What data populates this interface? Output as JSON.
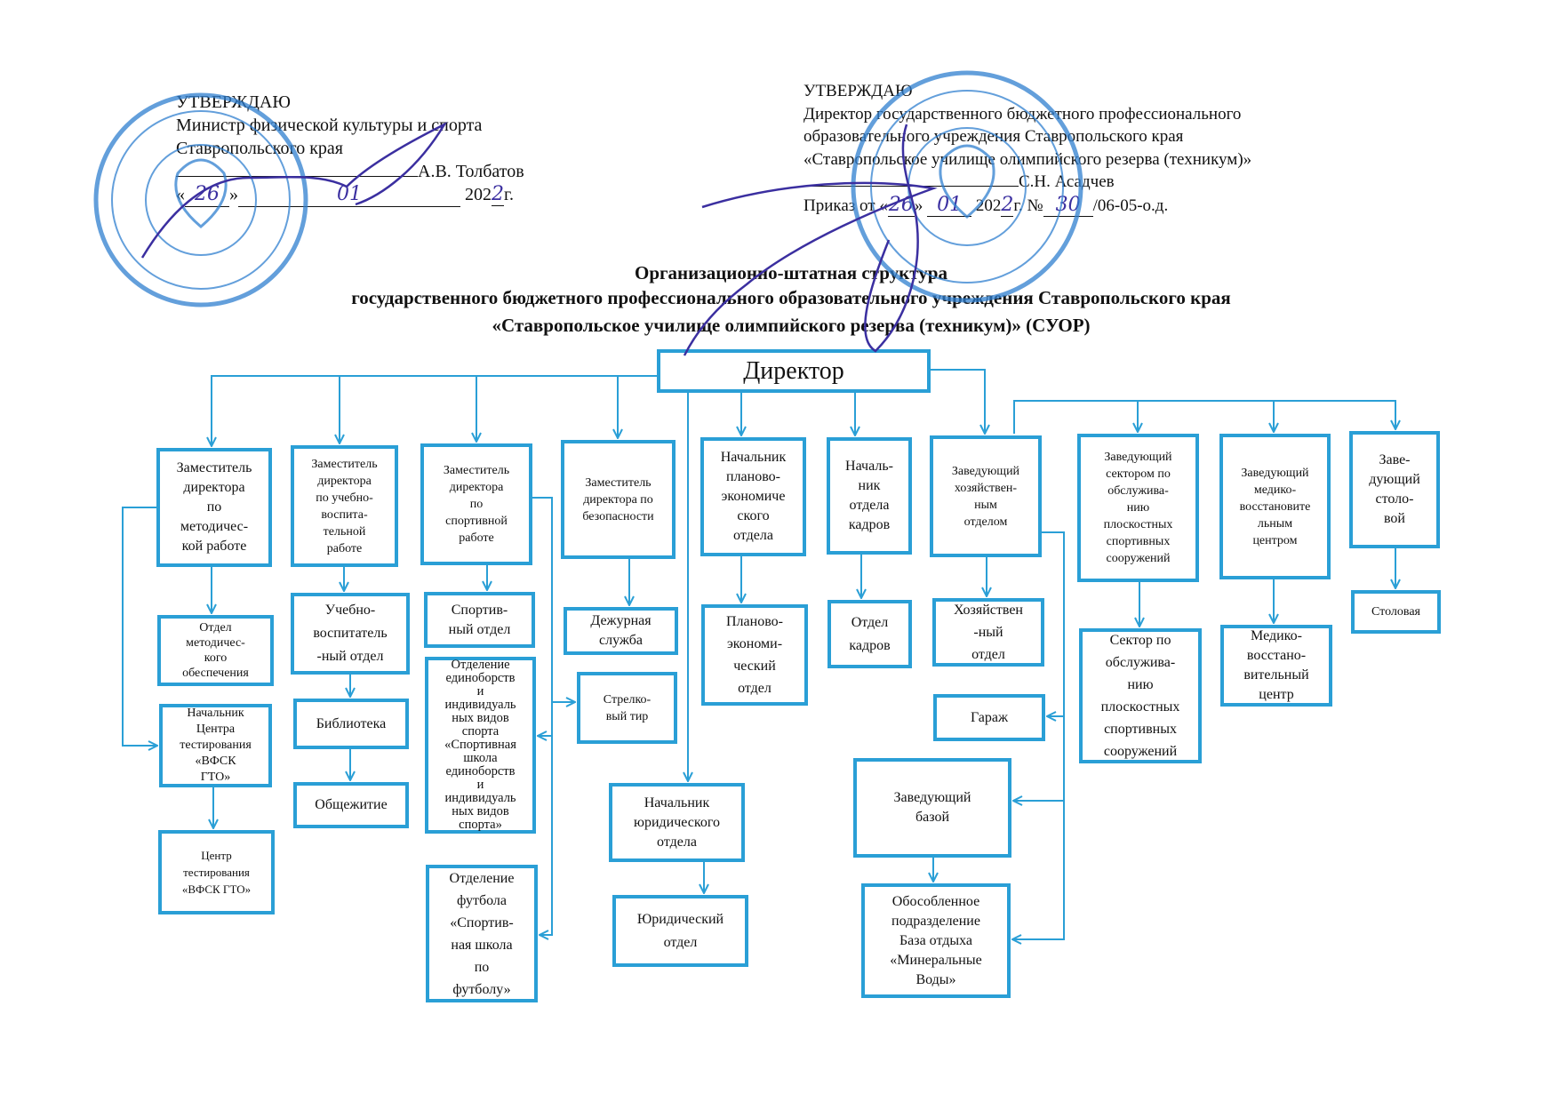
{
  "approval_left": {
    "approve": "УТВЕРЖДАЮ",
    "line1": "Министр физической культуры и спорта",
    "line2": "Ставропольского края",
    "signer": "А.В. Толбатов",
    "date_prefix": "«",
    "date_day": "26",
    "date_mid": "»",
    "date_month": "01",
    "date_year": "202",
    "date_year_digit": "2",
    "date_suffix": "г."
  },
  "approval_right": {
    "approve": "УТВЕРЖДАЮ",
    "line1": "Директор государственного бюджетного профессионального",
    "line2": "образовательного учреждения Ставропольского края",
    "line3": "«Ставропольское училище олимпийского резерва (техникум)»",
    "signer": "С.Н. Асадчев",
    "order_prefix": "Приказ от «",
    "order_day": "26",
    "order_mid": "»",
    "order_month": "01",
    "order_year": "202",
    "order_year_digit": "2",
    "order_no_label": "г. №",
    "order_no": "30",
    "order_suffix": "/06-05-о.д."
  },
  "title": {
    "line1": "Организационно-штатная структура",
    "line2": "государственного бюджетного профессионального образовательного учреждения Ставропольского края",
    "line3": "«Ставропольское училище олимпийского резерва (техникум)»  (СУОР)"
  },
  "colors": {
    "box_border": "#2a9fd6",
    "stamp": "#2f7fd0",
    "signature": "#3b2fa0"
  },
  "nodes": {
    "director": "Директор",
    "dep_method": "Заместитель\nдиректора\nпо\nметодичес-\nкой работе",
    "dep_edu": "Заместитель\nдиректора\nпо учебно-\nвоспита-\nтельной\nработе",
    "dep_sport": "Заместитель\nдиректора\nпо\nспортивной\nработе",
    "dep_security": "Заместитель\nдиректора по\nбезопасности",
    "head_plan": "Начальник\nпланово-\nэкономиче\nского\nотдела",
    "head_hr": "Началь-\nник\nотдела\nкадров",
    "head_household": "Заведующий\nхозяйствен-\nным\nотделом",
    "head_sector": "Заведующий\nсектором по\nобслужива-\nнию\nплоскостных\nспортивных\nсооружений",
    "head_medical": "Заведующий\nмедико-\nвосстановите\nльным\nцентром",
    "head_canteen": "Заве-\nдующий\nстоло-\nвой",
    "method_dept": "Отдел\nметодичес-\nкого\nобеспечения",
    "gto_head": "Начальник\nЦентра\nтестирования\n«ВФСК\nГТО»",
    "gto_center": "Центр\nтестирования\n«ВФСК ГТО»",
    "edu_dept": "Учебно-\nвоспитатель\n-ный отдел",
    "library": "Библиотека",
    "dormitory": "Общежитие",
    "sport_dept": "Спортив-\nный отдел",
    "martial_dept": "Отделение\nединоборств\nи\nиндивидуаль\nных видов\nспорта\n«Спортивная\nшкола\nединоборств\nи\nиндивидуаль\nных видов\nспорта»",
    "football_dept": "Отделение\nфутбола\n«Спортив-\nная школа\nпо\nфутболу»",
    "duty_service": "Дежурная\nслужба",
    "shooting_range": "Стрелко-\nвый тир",
    "legal_head": "Начальник\nюридического\nотдела",
    "legal_dept": "Юридический\nотдел",
    "plan_dept": "Планово-\nэкономи-\nческий\nотдел",
    "hr_dept": "Отдел\nкадров",
    "household_dept": "Хозяйствен\n-ный\nотдел",
    "garage": "Гараж",
    "base_head": "Заведующий\nбазой",
    "mineral_base": "Обособленное\nподразделение\nБаза отдыха\n«Минеральные\nВоды»",
    "sector_dept": "Сектор по\nобслужива-\nнию\nплоскостных\nспортивных\nсооружений",
    "medical_center": "Медико-\nвосстано-\nвительный\nцентр",
    "canteen": "Столовая"
  }
}
